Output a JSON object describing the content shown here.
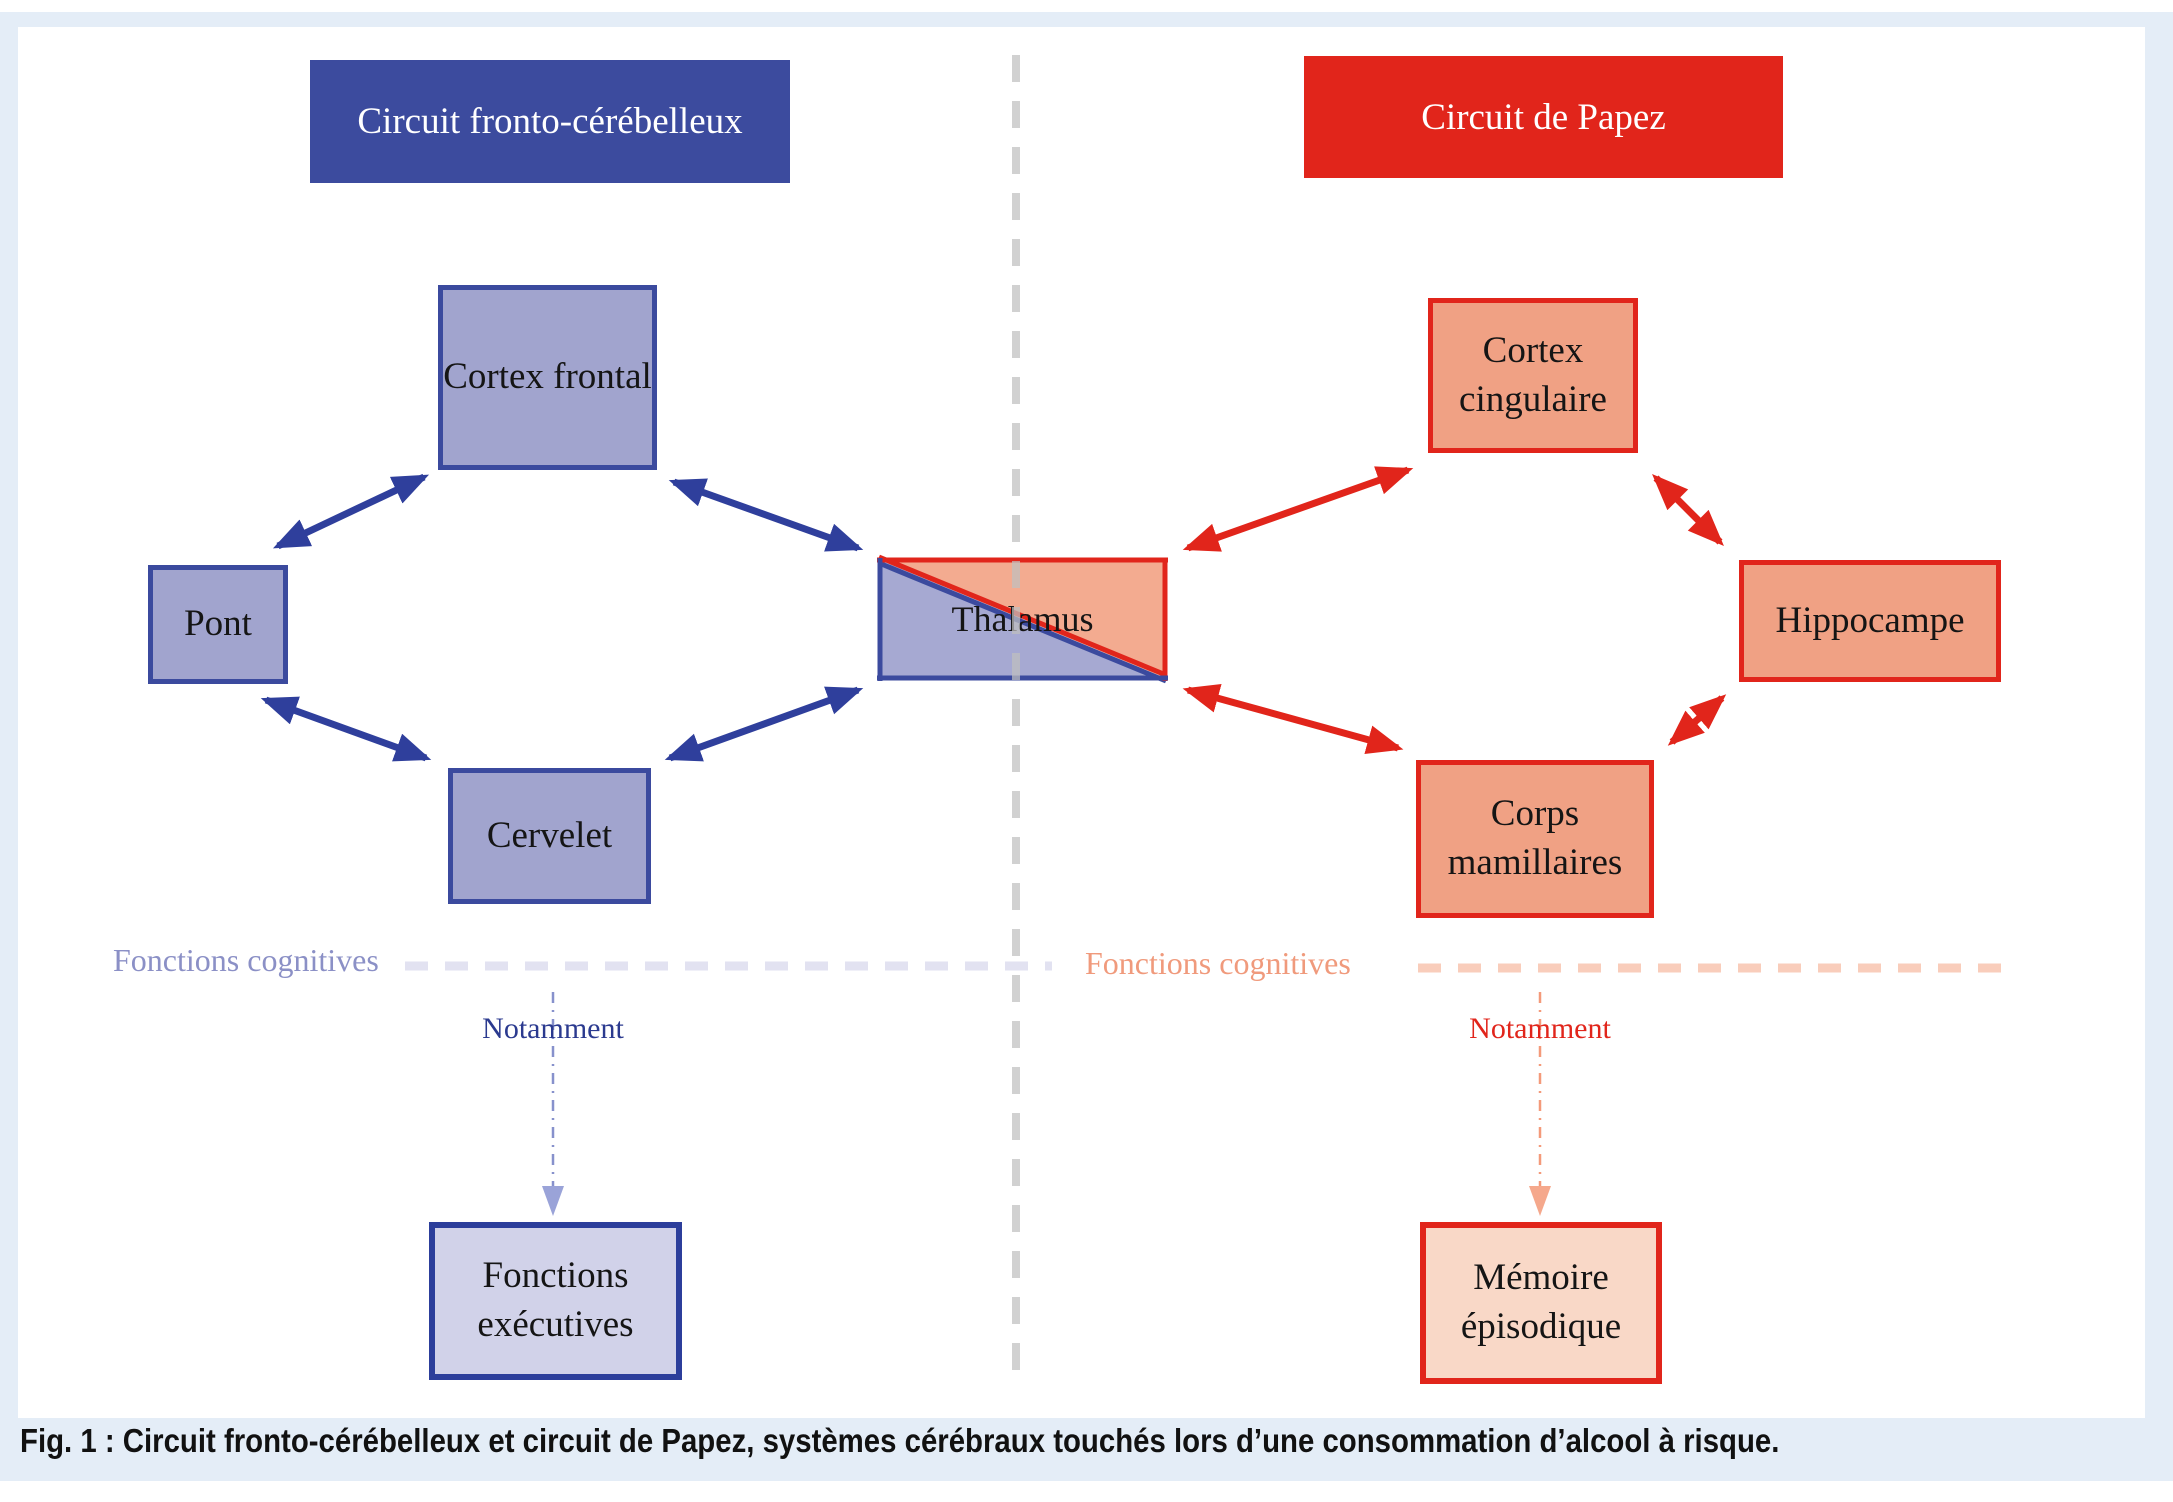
{
  "figure_caption": "Fig. 1 : Circuit fronto-cérébelleux et circuit de Papez, systèmes cérébraux touchés lors d’une consommation d’alcool à risque.",
  "left_circuit": {
    "title": "Circuit fronto-cérébelleux",
    "nodes": {
      "cortex_frontal": "Cortex frontal",
      "pont": "Pont",
      "cervelet": "Cervelet"
    },
    "functions_label": "Fonctions cognitives",
    "notably_label": "Notamment",
    "outcome_label": "Fonctions exécutives",
    "colors": {
      "header_bg": "#3c4b9e",
      "node_fill": "#a1a4ce",
      "node_border": "#3b4a9e",
      "outcome_fill": "#d1d2e9",
      "arrow": "#2f3f9c",
      "functions_text": "#8b90c6",
      "notably_text": "#2b3a8f",
      "dashed_separator": "#e2e2f1"
    }
  },
  "shared": {
    "thalamus_label": "Thalamus",
    "thalamus_blue_fill": "#a6a9d2",
    "thalamus_salmon_fill": "#f3ab90"
  },
  "right_circuit": {
    "title": "Circuit de Papez",
    "nodes": {
      "cortex_cingulaire": "Cortex cingulaire",
      "hippocampe": "Hippocampe",
      "corps_mamillaires": "Corps mamillaires"
    },
    "functions_label": "Fonctions cognitives",
    "notably_label": "Notamment",
    "outcome_label": "Mémoire épisodique",
    "colors": {
      "header_bg": "#e1251b",
      "node_fill": "#f0a184",
      "node_border": "#e1251b",
      "outcome_fill": "#f9d8c7",
      "arrow": "#e1251b",
      "functions_text": "#f09a7c",
      "notably_text": "#e1251b",
      "dashed_separator": "#f9cdbb"
    }
  },
  "panel": {
    "background": "#e4edf7",
    "divider_color": "#c8c8c8"
  }
}
